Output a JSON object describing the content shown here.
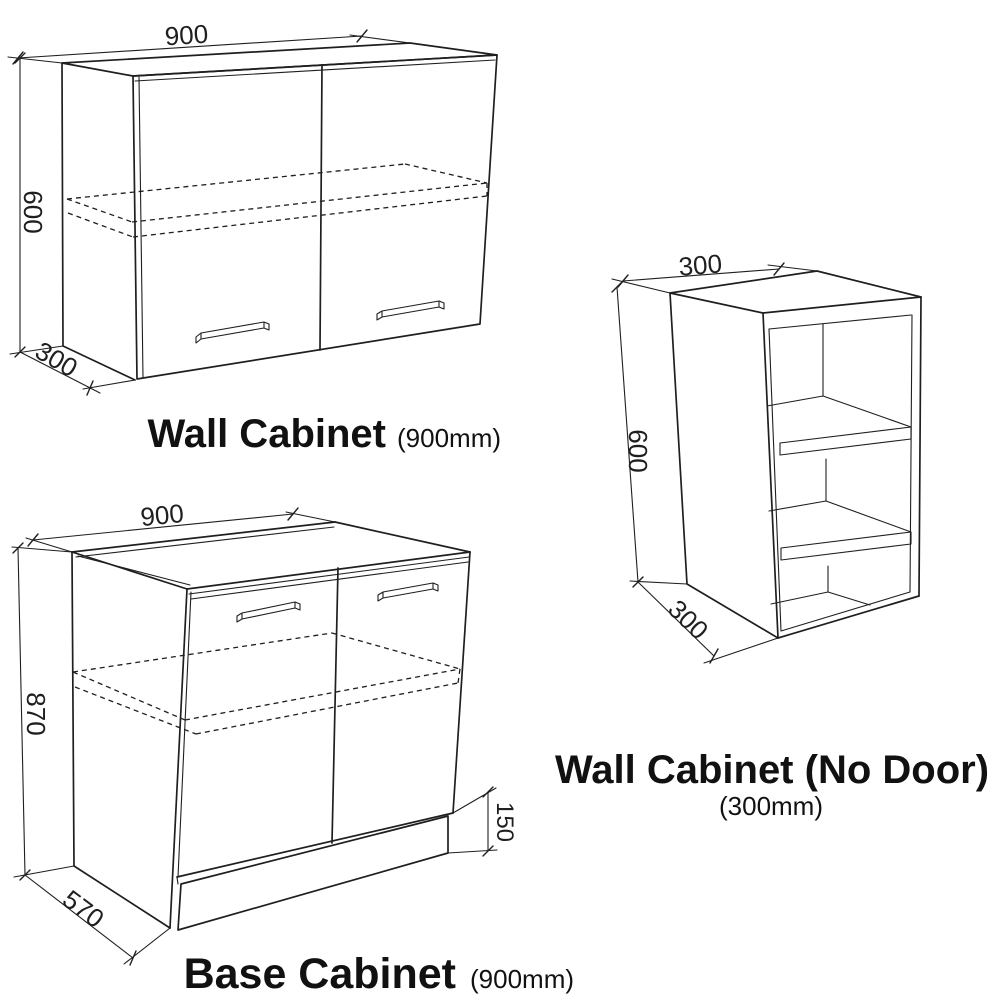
{
  "canvas": {
    "background": "#ffffff",
    "line_color": "#1f1f1f"
  },
  "figures": {
    "wall_cabinet": {
      "title": "Wall Cabinet",
      "subtitle": "(900mm)",
      "dims": {
        "width": "900",
        "height": "600",
        "depth": "300"
      }
    },
    "base_cabinet": {
      "title": "Base Cabinet",
      "subtitle": "(900mm)",
      "dims": {
        "width": "900",
        "height": "870",
        "depth": "570",
        "plinth": "150"
      }
    },
    "open_cabinet": {
      "title": "Wall Cabinet (No Door)",
      "subtitle": "(300mm)",
      "dims": {
        "width": "300",
        "height": "600",
        "depth": "300"
      }
    }
  }
}
